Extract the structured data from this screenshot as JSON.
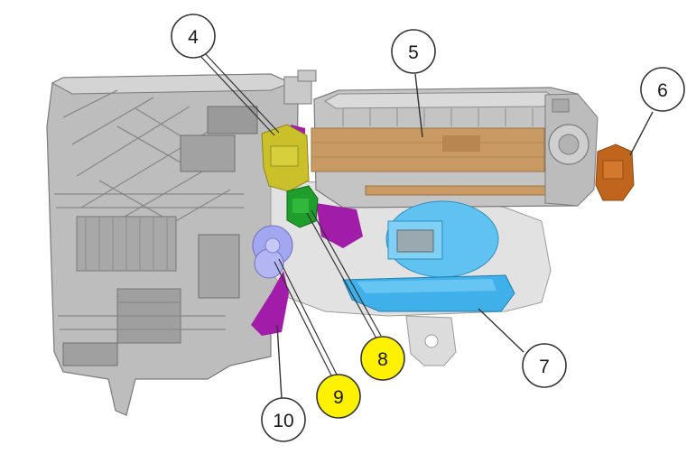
{
  "callouts": [
    {
      "label": "4",
      "highlight": false
    },
    {
      "label": "5",
      "highlight": false
    },
    {
      "label": "6",
      "highlight": false
    },
    {
      "label": "7",
      "highlight": false
    },
    {
      "label": "8",
      "highlight": true
    },
    {
      "label": "9",
      "highlight": true
    },
    {
      "label": "10",
      "highlight": false
    }
  ],
  "colors": {
    "housing": "#b9b9b9",
    "housing_dark": "#8e8e8e",
    "housing_light": "#d7d7d7",
    "component_4_yellow": "#c9c02a",
    "component_5_tan": "#c99a64",
    "component_6_orange": "#c0651d",
    "component_7_blue": "#3fb0ea",
    "component_8_green": "#1f9e2c",
    "component_9_lavender": "#a3a6f0",
    "component_10_purple": "#a11ca8",
    "highlight_fill": "#fff200",
    "callout_fill": "#ffffff"
  }
}
